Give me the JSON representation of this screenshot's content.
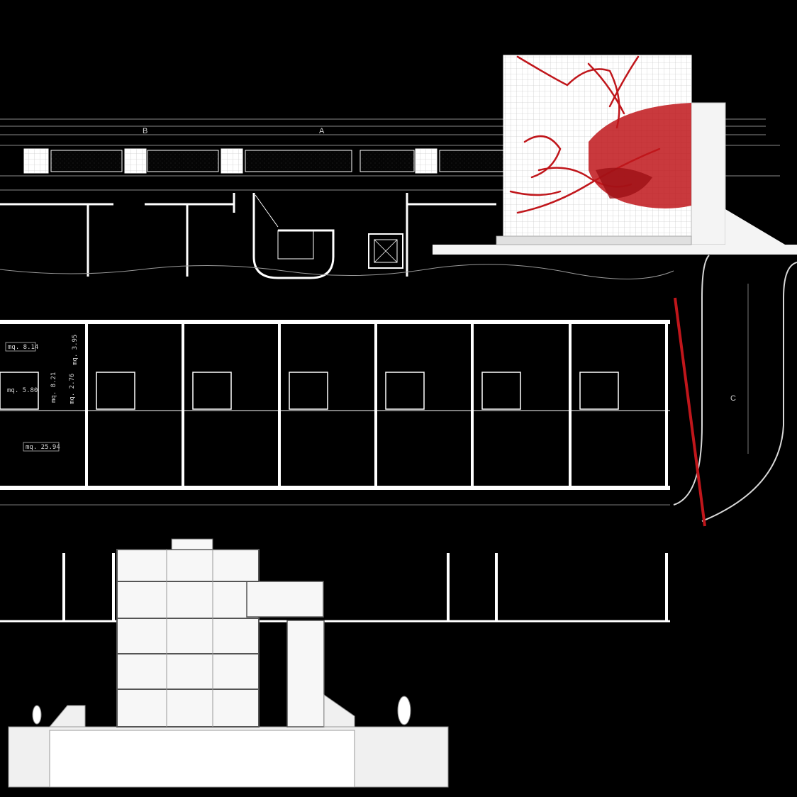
{
  "grid_labels": {
    "b": "B",
    "a": "A",
    "c": "C"
  },
  "rooms": [
    {
      "key": "r1",
      "label": "mq. 8.14"
    },
    {
      "key": "r2",
      "label": "mq. 3.95"
    },
    {
      "key": "r3",
      "label": "mq. 8.21"
    },
    {
      "key": "r4",
      "label": "mq. 2.76"
    },
    {
      "key": "r5",
      "label": "mq. 5.80"
    },
    {
      "key": "r6",
      "label": "mq. 25.94"
    }
  ],
  "colors": {
    "background": "#000000",
    "linework": "#ffffff",
    "accent": "#c0161b",
    "section_fill": "#f4f4f4"
  }
}
